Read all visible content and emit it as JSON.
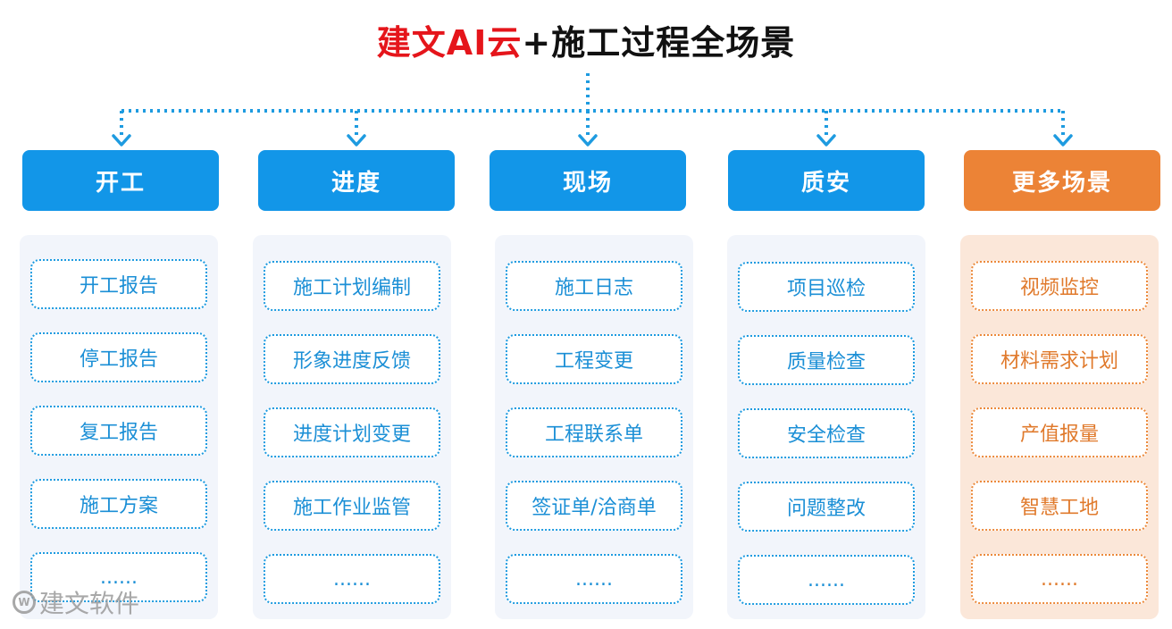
{
  "title": {
    "part_red": "建文AI云",
    "part_black": "+施工过程全场景"
  },
  "colors": {
    "title_red": "#e5151b",
    "blue": "#1296e8",
    "orange": "#ec8336",
    "arrow": "#1e9be0"
  },
  "columns": [
    {
      "label": "开工",
      "theme": "blue",
      "items": [
        "开工报告",
        "停工报告",
        "复工报告",
        "施工方案",
        "......"
      ]
    },
    {
      "label": "进度",
      "theme": "blue",
      "items": [
        "施工计划编制",
        "形象进度反馈",
        "进度计划变更",
        "施工作业监管",
        "......"
      ]
    },
    {
      "label": "现场",
      "theme": "blue",
      "items": [
        "施工日志",
        "工程变更",
        "工程联系单",
        "签证单/洽商单",
        "......"
      ]
    },
    {
      "label": "质安",
      "theme": "blue",
      "items": [
        "项目巡检",
        "质量检查",
        "安全检查",
        "问题整改",
        "......"
      ]
    },
    {
      "label": "更多场景",
      "theme": "orange",
      "items": [
        "视频监控",
        "材料需求计划",
        "产值报量",
        "智慧工地",
        "......"
      ]
    }
  ],
  "watermark": {
    "text": "建文软件",
    "icon": "jianwen-logo-icon"
  }
}
